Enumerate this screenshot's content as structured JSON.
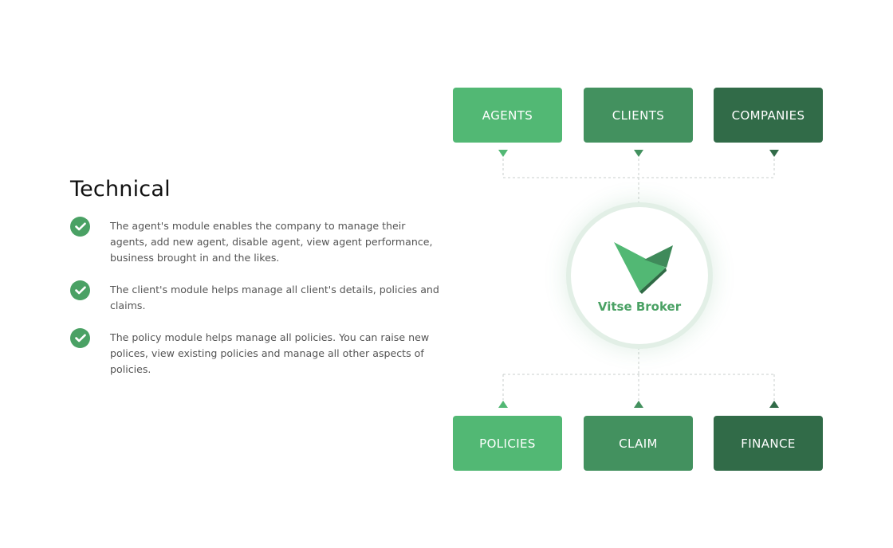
{
  "section": {
    "title": "Technical",
    "bullets": [
      {
        "text": "The agent's module enables the company to manage their agents, add new agent, disable agent, view agent performance, business brought in and the likes."
      },
      {
        "text": "The client's module helps manage all client's details, policies and claims."
      },
      {
        "text": "The policy module helps manage all policies. You can raise new polices, view existing policies and manage all other aspects of policies."
      }
    ]
  },
  "diagram": {
    "hub": {
      "name": "Vitse Broker",
      "icon": "vitse-broker-logo"
    },
    "top_nodes": [
      "AGENTS",
      "CLIENTS",
      "COMPANIES"
    ],
    "bottom_nodes": [
      "POLICIES",
      "CLAIM",
      "FINANCE"
    ]
  },
  "colors": {
    "green_light": "#52b874",
    "green_mid": "#43915f",
    "green_dark": "#316b48",
    "check_icon": "#4aa164",
    "connector": "#c9cfcc"
  }
}
